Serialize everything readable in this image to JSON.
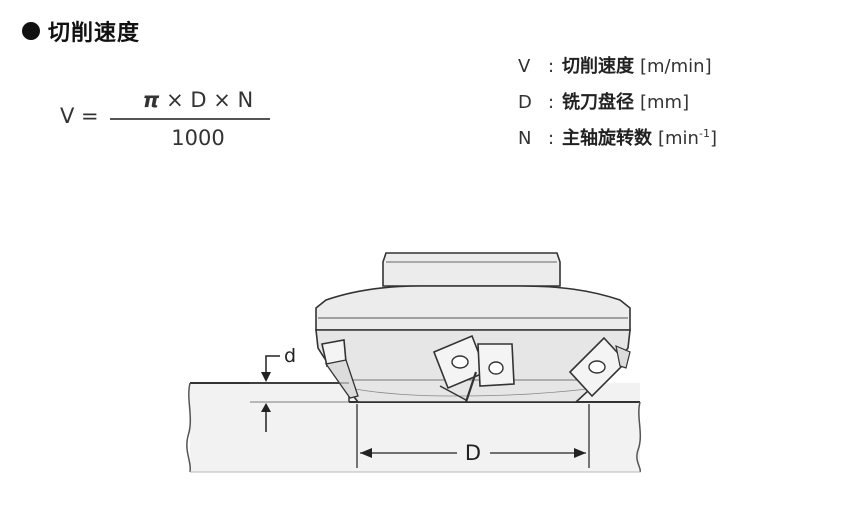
{
  "heading": {
    "text": "切削速度"
  },
  "formula": {
    "lhs": "V =",
    "pi": "π",
    "numerator_rest": " × D × N",
    "denominator": "1000"
  },
  "legend": [
    {
      "symbol": "V",
      "colon": ":",
      "desc": "切削速度",
      "unit": "[m/min]"
    },
    {
      "symbol": "D",
      "colon": ":",
      "desc": "铣刀盘径",
      "unit": "[mm]"
    },
    {
      "symbol": "N",
      "colon": ":",
      "desc": "主轴旋转数",
      "unit_prefix": "[min",
      "unit_sup": "-1",
      "unit_suffix": "]"
    }
  ],
  "figure": {
    "label_d": "d",
    "label_D": "D"
  }
}
